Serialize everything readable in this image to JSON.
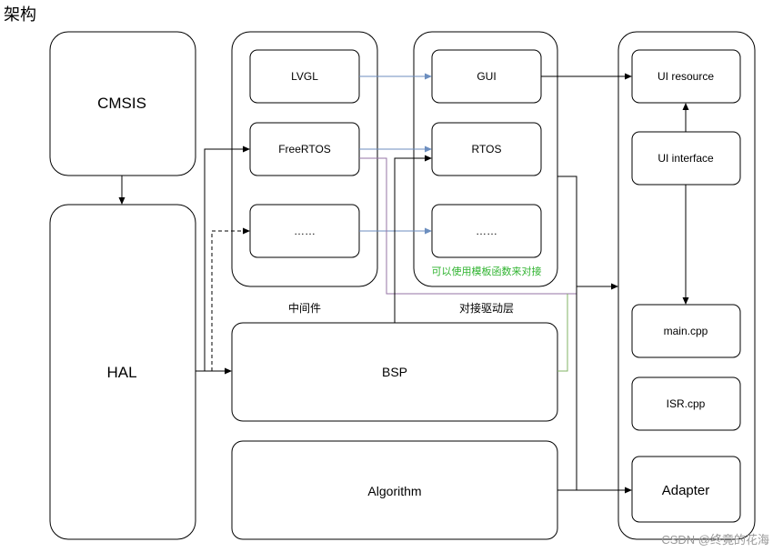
{
  "page_title": "架构",
  "boxes": {
    "cmsis": "CMSIS",
    "hal": "HAL",
    "lvgl": "LVGL",
    "freertos": "FreeRTOS",
    "mid_more": "……",
    "gui": "GUI",
    "rtos": "RTOS",
    "adapt_more": "……",
    "bsp": "BSP",
    "algorithm": "Algorithm",
    "ui_resource": "UI resource",
    "ui_interface": "UI interface",
    "main_cpp": "main.cpp",
    "isr_cpp": "ISR.cpp",
    "adapter": "Adapter"
  },
  "labels": {
    "middleware": "中间件",
    "driver_layer": "对接驱动层",
    "template_note": "可以使用模板函数来对接"
  },
  "watermark": "CSDN @终竟的花海",
  "colors": {
    "stroke": "#000000",
    "blue_link": "#6c8ebf",
    "purple_link": "#9673a6",
    "green_link": "#82b366",
    "green_text": "#2fb32f",
    "watermark": "#999999"
  }
}
